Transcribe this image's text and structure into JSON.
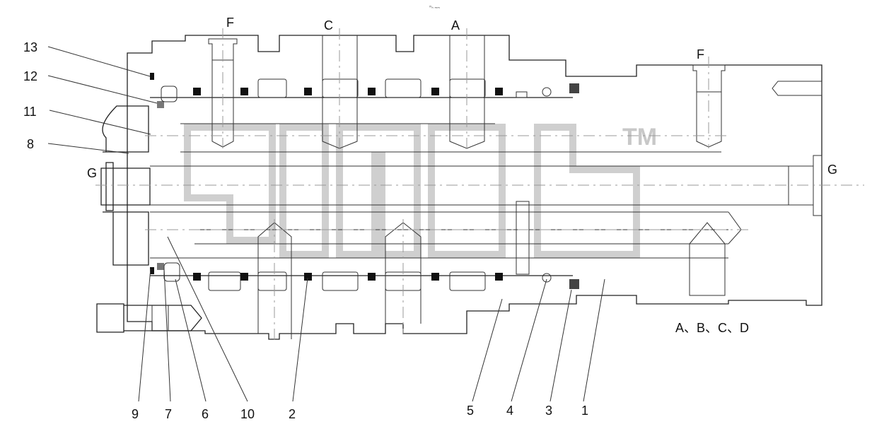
{
  "ports": {
    "f_left": "F",
    "c": "C",
    "a": "A",
    "f_right": "F",
    "g_left": "G",
    "g_right": "G"
  },
  "legend": "A、B、C、D",
  "part_numbers": {
    "n13": "13",
    "n12": "12",
    "n11": "11",
    "n8": "8",
    "n9": "9",
    "n7": "7",
    "n6": "6",
    "n10": "10",
    "n2": "2",
    "n5": "5",
    "n4": "4",
    "n3": "3",
    "n1": "1"
  },
  "watermark": {
    "trademark": "TM"
  },
  "header_mark": "ᵐₕ ₘₘ"
}
